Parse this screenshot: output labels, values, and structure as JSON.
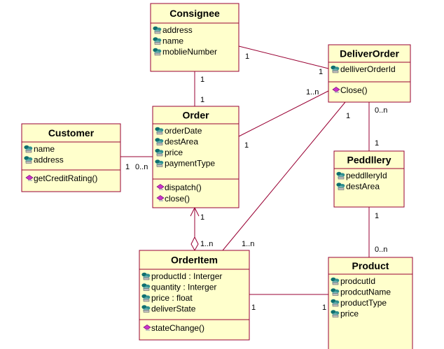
{
  "classes": {
    "consignee": {
      "name": "Consignee",
      "attributes": [
        "address",
        "name",
        "moblieNumber"
      ],
      "operations": []
    },
    "deliver_order": {
      "name": "DeliverOrder",
      "attributes": [
        "delliverOrderId"
      ],
      "operations": [
        "Close()"
      ]
    },
    "customer": {
      "name": "Customer",
      "attributes": [
        "name",
        "address"
      ],
      "operations": [
        "getCreditRating()"
      ]
    },
    "order": {
      "name": "Order",
      "attributes": [
        "orderDate",
        "destArea",
        "price",
        "paymentType"
      ],
      "operations": [
        "dispatch()",
        "close()"
      ]
    },
    "peddllery": {
      "name": "Peddllery",
      "attributes": [
        "peddlleryId",
        "destArea"
      ],
      "operations": []
    },
    "order_item": {
      "name": "OrderItem",
      "attributes": [
        "productId : Interger",
        "quantity : Interger",
        "price : float",
        "deliverState"
      ],
      "operations": [
        "stateChange()"
      ]
    },
    "product": {
      "name": "Product",
      "attributes": [
        "prodcutId",
        "prodcutName",
        "productType",
        "price"
      ],
      "operations": []
    }
  },
  "multiplicities": {
    "consignee_deliverorder_a": "1",
    "consignee_deliverorder_b": "1",
    "consignee_order_a": "1",
    "consignee_order_b": "1",
    "order_deliverorder_a": "1",
    "order_deliverorder_b": "1..n",
    "customer_order_a": "1",
    "customer_order_b": "0..n",
    "deliverorder_peddllery_a": "0..n",
    "deliverorder_peddllery_b": "1",
    "deliverorder_orderitem_a": "1",
    "deliverorder_orderitem_b": "1..n",
    "order_orderitem_a": "1",
    "order_orderitem_b": "1..n",
    "peddllery_product_a": "1",
    "peddllery_product_b": "0..n",
    "orderitem_product_a": "1",
    "orderitem_product_b": "1"
  },
  "colors": {
    "box_fill": "#ffffcc",
    "box_border": "#990033",
    "attribute_icon": "#0e6f6f",
    "operation_icon": "#cc33cc"
  },
  "icons": {
    "attribute": "attribute-icon",
    "operation": "operation-icon"
  }
}
